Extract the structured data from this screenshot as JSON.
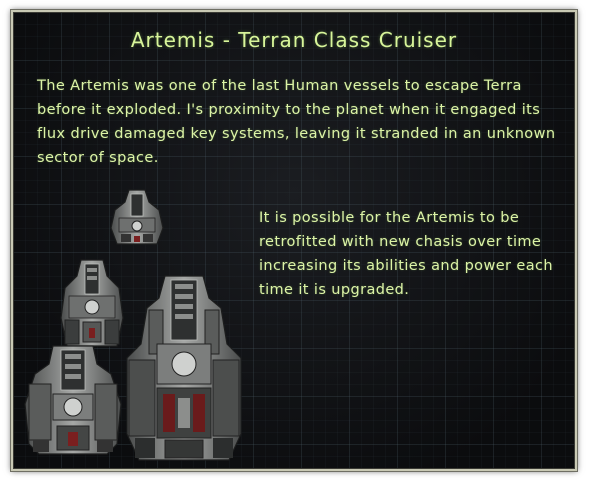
{
  "panel": {
    "title": "Artemis - Terran Class Cruiser",
    "intro_text": "The Artemis was one of the last Human vessels to escape Terra before it exploded. I's proximity to the planet when it engaged its flux drive damaged key systems, leaving it stranded in an unknown sector of space.",
    "upgrade_text": "It is possible for the Artemis to be retrofitted with new chasis over time increasing its abilities and power each time it is upgraded."
  },
  "colors": {
    "text": "#dcf3a6",
    "title": "#d8f59a",
    "border": "#c9c9b4",
    "background": "#0d0e10",
    "hull_light": "#9a9c9a",
    "hull_dark": "#3b3d3d",
    "accent_red": "#7a1f1f"
  },
  "ships": [
    {
      "name": "artemis-stage-1"
    },
    {
      "name": "artemis-stage-2"
    },
    {
      "name": "artemis-stage-3"
    },
    {
      "name": "artemis-stage-4"
    }
  ]
}
